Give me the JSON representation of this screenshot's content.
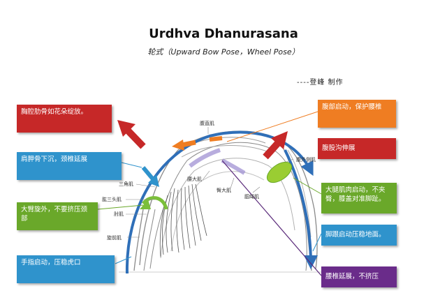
{
  "title": "Urdhva Dhanurasana",
  "subtitle": "轮式（Upward Bow Pose，Wheel Pose）",
  "credit": "----登峰 制作",
  "colors": {
    "red": "#c62828",
    "orange": "#ef7d22",
    "blue": "#2f93cc",
    "green": "#6aa82a",
    "purple": "#6a2c8a",
    "arc": "#2f6fb8"
  },
  "boxes": {
    "chest": "胸腔肋骨如花朵绽放。",
    "shoulder": "肩胛骨下沉，颈椎延展",
    "arm": "大臂旋外，不要挤压颈部",
    "hand": "手指启动，压稳虎口",
    "abdomen": "腹部启动，保护腰椎",
    "groin": "腹股沟伸展",
    "thigh": "大腿肌肉启动，不夹臀，膝盖对准脚趾。",
    "heel": "脚跟启动压稳地面。",
    "lumbar": "腰椎延展，不挤压"
  },
  "labels": {
    "rectus": "腹直肌",
    "oblique": "腹外侧肌",
    "delt": "三角肌",
    "triceps": "肱三头肌",
    "lat": "腰大肌",
    "glute": "臀大肌",
    "elbow": "肘肌",
    "hamstring": "腘绳肌",
    "pronator": "旋前肌"
  }
}
